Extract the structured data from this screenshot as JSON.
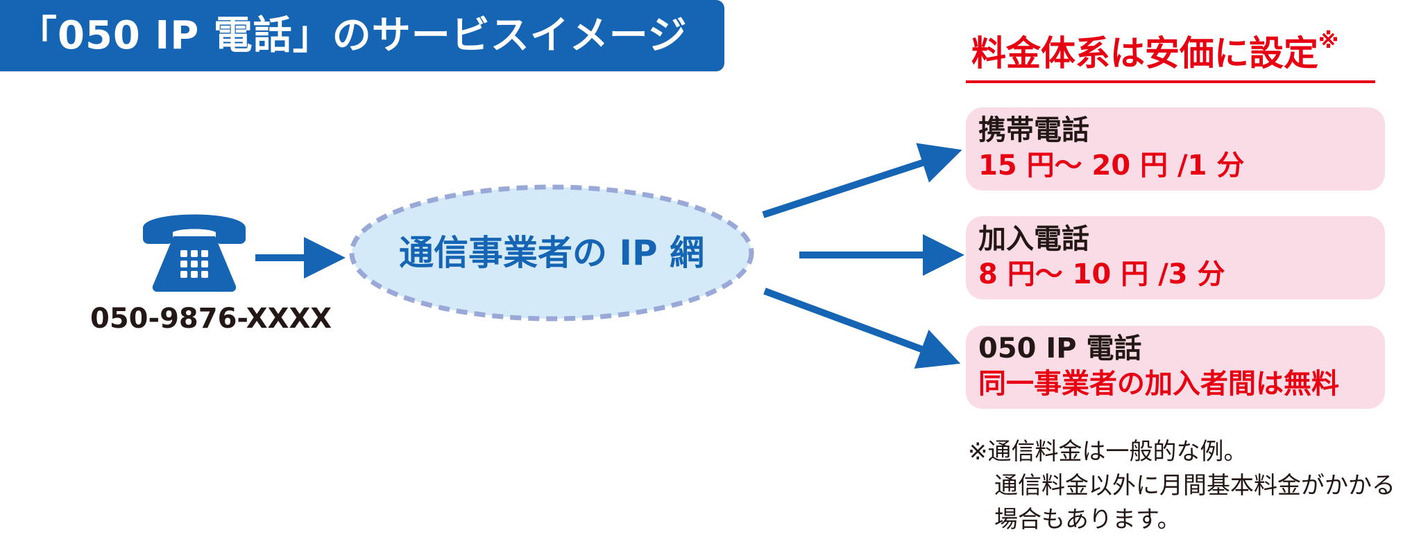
{
  "title": "「050 IP 電話」のサービスイメージ",
  "pricing_heading": {
    "text": "料金体系は安価に設定",
    "mark": "※"
  },
  "caller": {
    "icon": "telephone-icon",
    "number": "050-9876-XXXX"
  },
  "network": {
    "label": "通信事業者の IP 網"
  },
  "destinations": [
    {
      "title": "携帯電話",
      "price": "15 円〜 20 円 /1 分"
    },
    {
      "title": "加入電話",
      "price": "8 円〜 10 円 /3 分"
    },
    {
      "title": "050 IP 電話",
      "price": "同一事業者の加入者間は無料"
    }
  ],
  "footnote": {
    "line1": "※通信料金は一般的な例。",
    "line2": "通信料金以外に月間基本料金がかかる",
    "line3": "場合もあります。"
  },
  "colors": {
    "primary_blue": "#1565b4",
    "red": "#e60012",
    "pink_box": "#fadce6",
    "cloud_fill": "#d4eaf8",
    "cloud_border": "#9aa8d8",
    "text_dark": "#231815"
  }
}
